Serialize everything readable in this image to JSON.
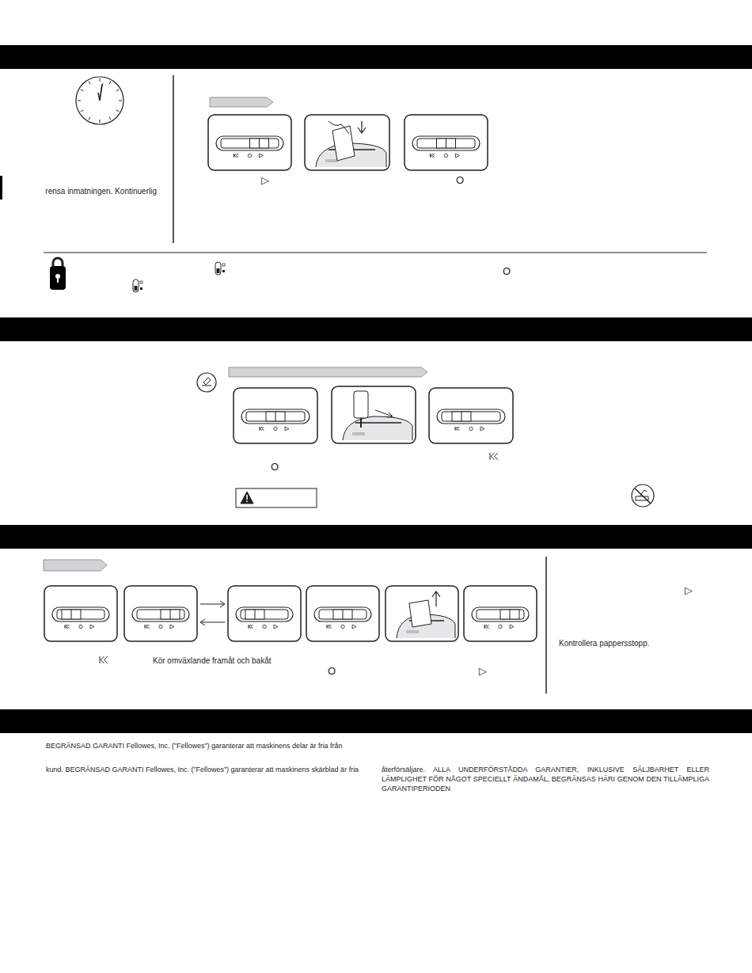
{
  "diagram": {
    "labels": [
      "rensa inmatningen. Kontinuerlig",
      "▷",
      "O",
      "O",
      "O",
      "Kör omväxlande framåt och bakåt",
      "O",
      "▷",
      "▷",
      "Kontrollera pappersstopp.",
      "BEGRÄNSAD GARANTI Fellowes, Inc. (”Fellowes”) garanterar att maskinens delar är fria från",
      "kund.  BEGRÄNSAD GARANTI Fellowes, Inc. (”Fellowes”) garanterar att maskinens skärblad är fria",
      "återförsäljare. ALLA UNDERFÖRSTÅDDA GARANTIER, INKLUSIVE SÄLJBARHET ELLER LÄMPLIGHET FÖR NÅGOT SPECIELLT ÄNDAMÅL, BEGRÄNSAS HÄRI GENOM DEN TILLÄMPLIGA GARANTIPERIODEN"
    ]
  }
}
